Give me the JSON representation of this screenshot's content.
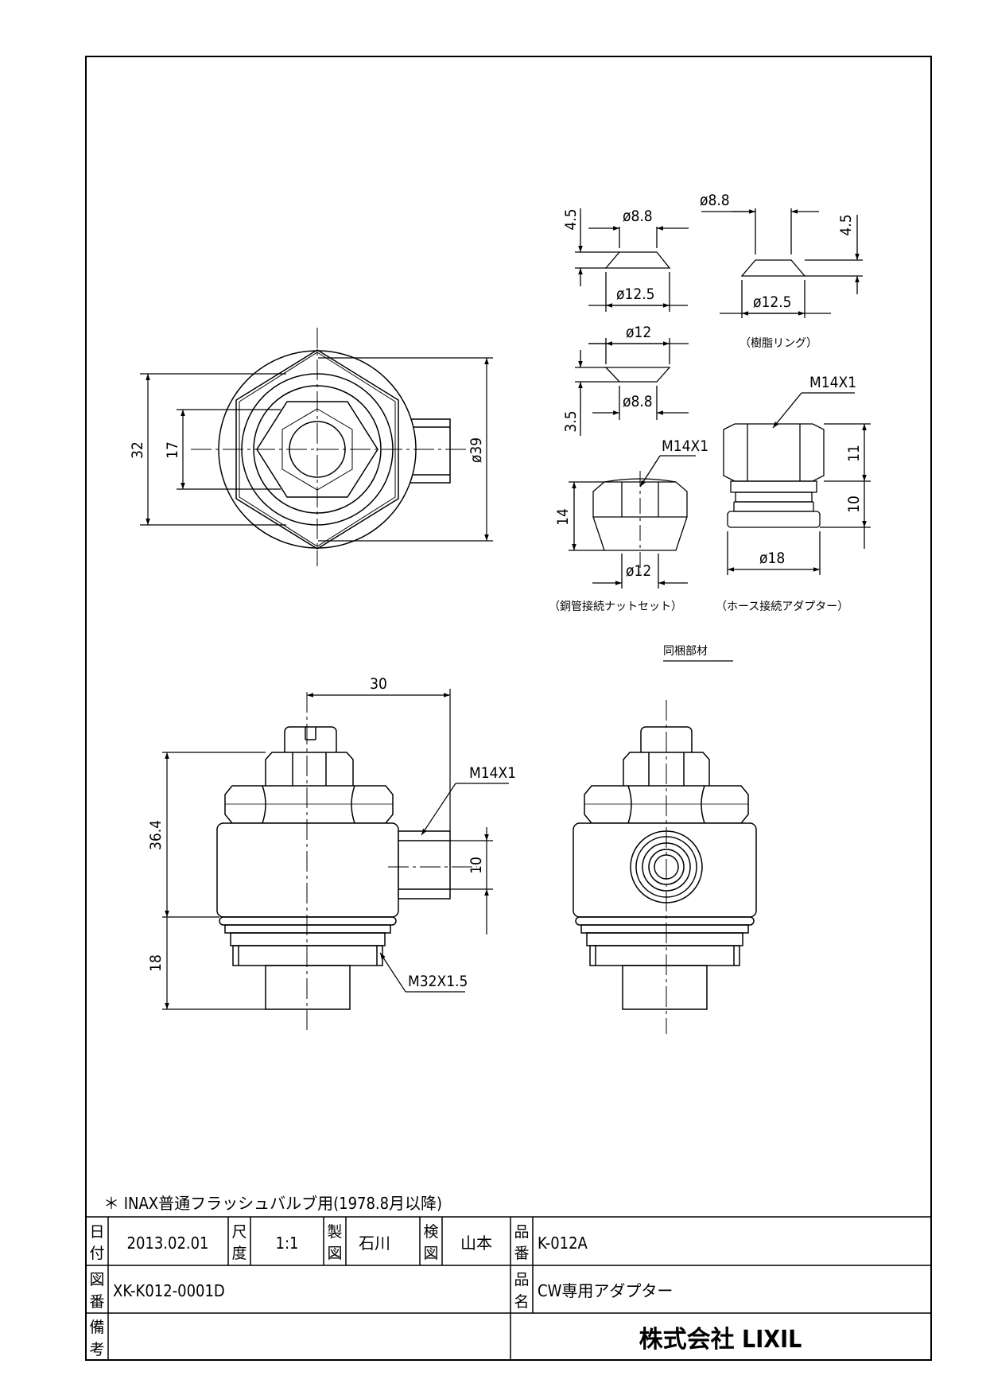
{
  "dimensions": {
    "top_view": {
      "width_across": "32",
      "inner": "17",
      "outer_dia": "ø39"
    },
    "ring_a": {
      "top": "ø8.8",
      "bottom": "ø12.5",
      "height": "4.5"
    },
    "ring_b": {
      "top": "ø8.8",
      "bottom": "ø12.5",
      "height": "4.5"
    },
    "ring_c": {
      "top": "ø12",
      "bottom": "ø8.8",
      "height": "3.5"
    },
    "nut": {
      "thread": "M14X1",
      "height": "14",
      "dia": "ø12"
    },
    "hose_adapter": {
      "thread": "M14X1",
      "upper": "11",
      "lower": "10",
      "dia": "ø18"
    },
    "front_view": {
      "width": "30",
      "height": "36.4",
      "lower": "18",
      "side_thread": "M14X1",
      "side": "10",
      "base_thread": "M32X1.5"
    }
  },
  "captions": {
    "resin_ring": "（樹脂リング）",
    "copper_nut": "（銅管接続ナットセット）",
    "hose_adapter": "（ホース接続アダプター）",
    "bundled": "同梱部材"
  },
  "note": "＊ INAX普通フラッシュバルブ用(1978.8月以降)",
  "title_block": {
    "date_label": [
      "日",
      "付"
    ],
    "date": "2013.02.01",
    "scale_label": [
      "尺",
      "度"
    ],
    "scale": "1:1",
    "drafter_label": [
      "製",
      "図"
    ],
    "drafter": "石川",
    "checker_label": [
      "検",
      "図"
    ],
    "checker": "山本",
    "part_no_label": [
      "品",
      "番"
    ],
    "part_no": "K-012A",
    "drawing_no_label": [
      "図",
      "番"
    ],
    "drawing_no": "XK-K012-0001D",
    "name_label": [
      "品",
      "名"
    ],
    "name": "CW専用アダプター",
    "remarks_label": [
      "備",
      "考"
    ],
    "company": "株式会社 LIXIL"
  }
}
